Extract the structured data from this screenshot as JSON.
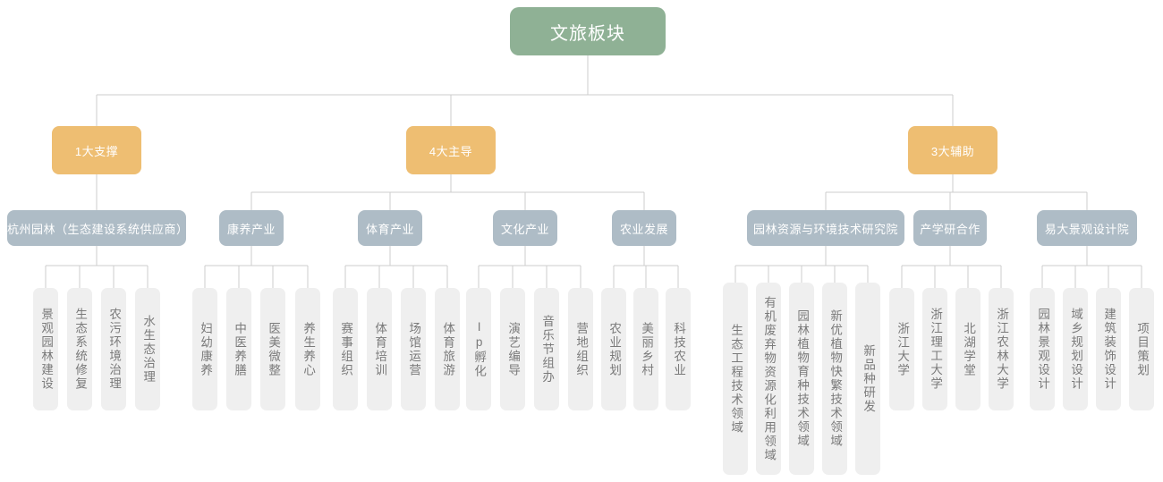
{
  "diagram": {
    "title": "文旅板块",
    "colors": {
      "root": "#8fb195",
      "level2": "#eebe72",
      "level3": "#aebcc6",
      "leaf_bg": "#efefef",
      "leaf_text": "#7a7a7a",
      "connector": "#cccccc",
      "background": "#ffffff"
    },
    "root": {
      "label": "文旅板块"
    },
    "level2": [
      {
        "label": "1大支撑"
      },
      {
        "label": "4大主导"
      },
      {
        "label": "3大辅助"
      }
    ],
    "level3": [
      {
        "label": "杭州园林（生态建设系统供应商）"
      },
      {
        "label": "康养产业"
      },
      {
        "label": "体育产业"
      },
      {
        "label": "文化产业"
      },
      {
        "label": "农业发展"
      },
      {
        "label": "园林资源与环境技术研究院"
      },
      {
        "label": "产学研合作"
      },
      {
        "label": "易大景观设计院"
      }
    ],
    "leaves": {
      "hangzhou_yuanlin": [
        {
          "label": "景观园林建设"
        },
        {
          "label": "生态系统修复"
        },
        {
          "label": "农污环境治理"
        },
        {
          "label": "水生态治理"
        }
      ],
      "kangyang": [
        {
          "label": "妇幼康养"
        },
        {
          "label": "中医养膳"
        },
        {
          "label": "医美微整"
        },
        {
          "label": "养生养心"
        }
      ],
      "tiyu": [
        {
          "label": "赛事组织"
        },
        {
          "label": "体育培训"
        },
        {
          "label": "场馆运营"
        },
        {
          "label": "体育旅游"
        }
      ],
      "wenhua": [
        {
          "label": "Ip孵化"
        },
        {
          "label": "演艺编导"
        },
        {
          "label": "音乐节组办"
        },
        {
          "label": "营地组织"
        }
      ],
      "nongye": [
        {
          "label": "农业规划"
        },
        {
          "label": "美丽乡村"
        },
        {
          "label": "科技农业"
        }
      ],
      "yanjiuyuan": [
        {
          "label": "生态工程技术领域"
        },
        {
          "label": "有机废弃物资源化利用领域"
        },
        {
          "label": "园林植物育种技术领域"
        },
        {
          "label": "新优植物快繁技术领域"
        },
        {
          "label": "新品种研发"
        }
      ],
      "chanxueyan": [
        {
          "label": "浙江大学"
        },
        {
          "label": "浙江理工大学"
        },
        {
          "label": "北湖学堂"
        },
        {
          "label": "浙江农林大学"
        }
      ],
      "yida": [
        {
          "label": "园林景观设计"
        },
        {
          "label": "域乡规划设计"
        },
        {
          "label": "建筑装饰设计"
        },
        {
          "label": "项目策划"
        }
      ]
    }
  }
}
